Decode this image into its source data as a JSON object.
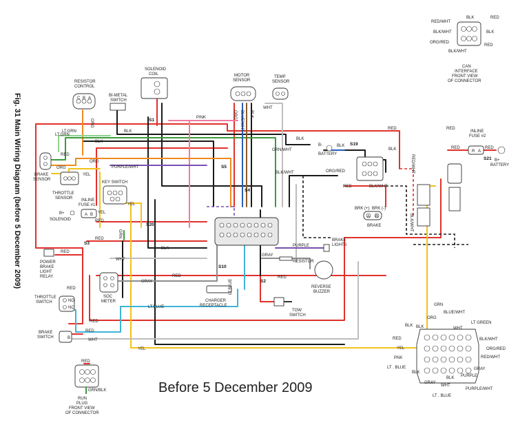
{
  "figure": {
    "caption": "Fig. 31 Main Wiring Diagram (before 5 December 2009)",
    "title": "Before 5 December 2009"
  },
  "components": {
    "resistor_control": "RESISTOR CONTROL",
    "solenoid_coil": "SOLENOID COIL",
    "bimetal_switch": "BI-METAL SWITCH",
    "motor_sensor": "MOTOR SENSOR",
    "temp_sensor": "TEMP SENSOR",
    "can_interface": "CAN INTERFACE FRONT VIEW OF CONNECTOR",
    "inline_fuse_2": "INLINE FUSE #2",
    "b_plus_battery": "B+ BATTERY",
    "b_minus_battery": "B- BATTERY",
    "brake_sensor": "BRAKE SENSOR",
    "throttle_sensor": "THROTTLE SENSOR",
    "key_switch": "KEY SWITCH",
    "inline_fuse_1": "INLINE FUSE #1",
    "b_plus_solenoid": "B+ SOLENOID",
    "power_brake_light_relay": "POWER BRAKE LIGHT RELAY",
    "throttle_switch": "THROTTLE SWITCH",
    "soc_meter": "SOC METER",
    "charger_receptacle": "CHARGER RECEPTACLE",
    "tow_switch": "TOW SWITCH",
    "reverse_buzzer": "REVERSE BUZZER",
    "brake_lights": "BRAKE LIGHTS",
    "resistor": "RESISTOR",
    "brake": "BRAKE",
    "brake_switch": "BRAKE SWITCH",
    "run_plug": "RUN PLUG FRONT VIEW OF CONNECTOR"
  },
  "splices": [
    "S1",
    "S5",
    "S4",
    "S20",
    "S3",
    "S10",
    "S2",
    "S19",
    "S21"
  ],
  "wire_labels": {
    "red": "RED",
    "blk": "BLK",
    "org": "ORG",
    "yel": "YEL",
    "wht": "WHT",
    "gray": "GRAY",
    "grn": "GRN",
    "pink": "PINK",
    "purple": "PURPLE",
    "lt_grn": "LT.GRN",
    "lt_blue": "LT.BLUE",
    "lt_blue2": "LT . BLUE",
    "purple_wht": "PURPLE/WHT",
    "blk_wht": "BLK/WHT",
    "org_red": "ORG/RED",
    "red_wht": "RED/WHT",
    "grn_wht": "GRN/WHT",
    "grn_blk": "GRN/BLK",
    "blue_wht": "BLUE/WHT",
    "lt_green": "LT GREEN",
    "brk_plus": "BRK (+)",
    "brk_minus": "BRK (-)",
    "b_minus": "B-",
    "b_plus": "B+",
    "pin_a": "A",
    "pin_b": "B",
    "pin_c": "C",
    "pin_no": "NO",
    "pin_nc": "NC",
    "pin_r": "R"
  },
  "colors": {
    "red": "#e0302a",
    "black": "#1a1a1a",
    "orange": "#f08a1e",
    "yellow": "#f2c21a",
    "white": "#bdbdbd",
    "gray": "#8c8c8c",
    "green": "#3a9a3a",
    "pink": "#f07aa0",
    "purple": "#7a4fb0",
    "lt_green": "#8fd18f",
    "lt_blue": "#3fb3d6",
    "brown": "#8a5a2a",
    "blue": "#2a5db8"
  }
}
